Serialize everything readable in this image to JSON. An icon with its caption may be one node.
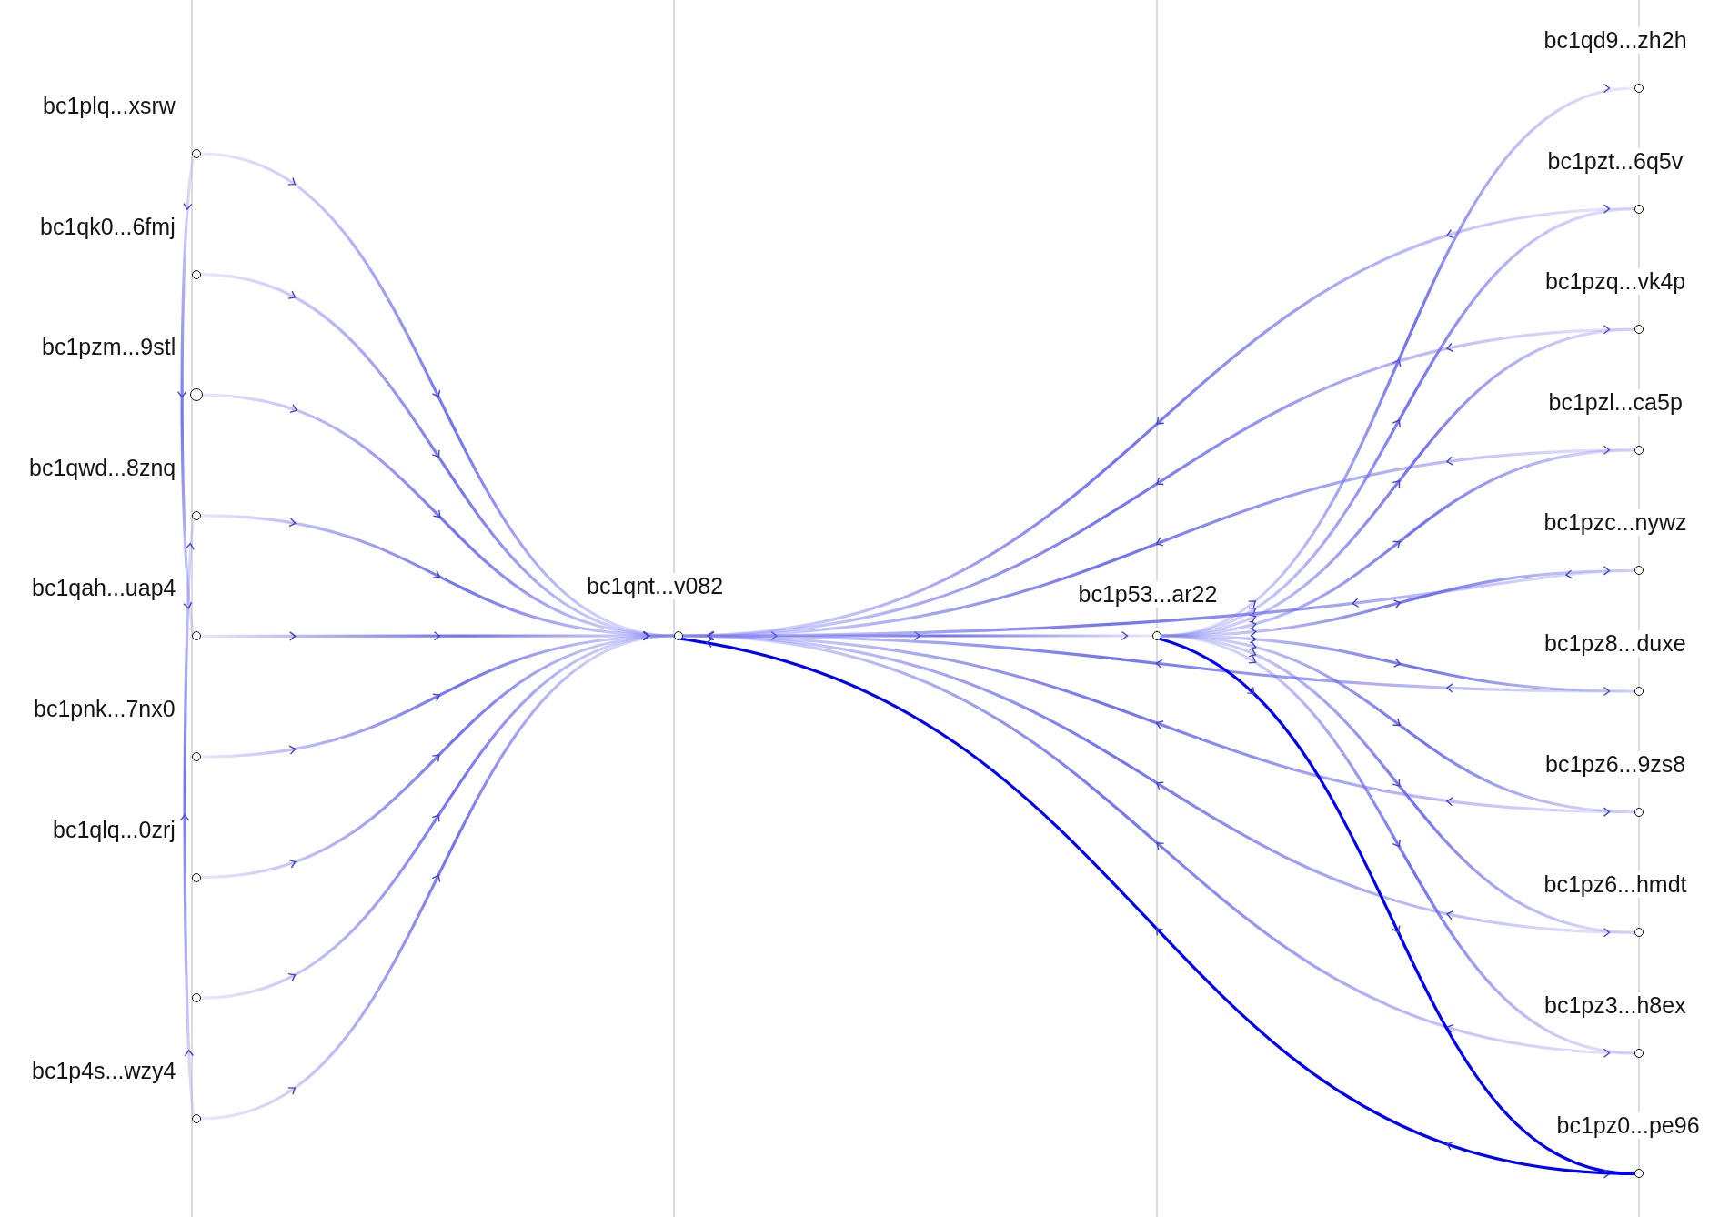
{
  "diagram": {
    "nodes": [
      {
        "text": [],
        "shape": "circle",
        "beside": [
          "bc1plq...xsrw"
        ]
      },
      {
        "text": [],
        "shape": "circle",
        "beside": [
          "bc1qk0...6fmj"
        ]
      },
      {
        "text": [],
        "shape": "circle",
        "beside": [
          "bc1pzm...9stl"
        ]
      },
      {
        "text": [],
        "shape": "circle",
        "beside": [
          "bc1qwd...8znq"
        ]
      },
      {
        "text": [],
        "shape": "circle",
        "beside": [
          "bc1qah...uap4"
        ]
      },
      {
        "text": [],
        "shape": "circle",
        "beside": [
          "bc1pnk...7nx0"
        ]
      },
      {
        "text": [],
        "shape": "circle",
        "beside": [
          "bc1qlq...0zrj"
        ]
      },
      {
        "text": [],
        "shape": "circle"
      },
      {
        "text": [],
        "shape": "circle",
        "beside": [
          "bc1p4s...wzy4"
        ]
      },
      {
        "text": [],
        "shape": "circle",
        "beside": [
          "bc1qnt...v082"
        ]
      },
      {
        "text": [],
        "shape": "circle",
        "beside": [
          "bc1p53...ar22"
        ]
      },
      {
        "text": [],
        "shape": "circle",
        "beside": [
          "bc1qd9...zh2h"
        ]
      },
      {
        "text": [],
        "shape": "circle",
        "beside": [
          "bc1pzt...6q5v"
        ]
      },
      {
        "text": [],
        "shape": "circle",
        "beside": [
          "bc1pzq...vk4p"
        ]
      },
      {
        "text": [],
        "shape": "circle",
        "beside": [
          "bc1pzl...ca5p"
        ]
      },
      {
        "text": [],
        "shape": "circle",
        "beside": [
          "bc1pzc...nywz"
        ]
      },
      {
        "text": [],
        "shape": "circle",
        "beside": [
          "bc1pz8...duxe"
        ]
      },
      {
        "text": [],
        "shape": "circle",
        "beside": [
          "bc1pz6...9zs8"
        ]
      },
      {
        "text": [],
        "shape": "circle",
        "beside": [
          "bc1pz6...hmdt"
        ]
      },
      {
        "text": [],
        "shape": "circle",
        "beside": [
          "bc1pz3...h8ex"
        ]
      },
      {
        "text": [],
        "shape": "circle",
        "beside": [
          "bc1pz0...pe96"
        ]
      }
    ],
    "edges": [
      {
        "from": 0,
        "to": 9,
        "arrow": "to"
      },
      {
        "from": 1,
        "to": 9,
        "arrow": "to"
      },
      {
        "from": 2,
        "to": 9,
        "arrow": "to"
      },
      {
        "from": 3,
        "to": 9,
        "arrow": "to"
      },
      {
        "from": 4,
        "to": 9,
        "arrow": "to"
      },
      {
        "from": 5,
        "to": 9,
        "arrow": "to"
      },
      {
        "from": 6,
        "to": 9,
        "arrow": "to"
      },
      {
        "from": 7,
        "to": 9,
        "arrow": "to"
      },
      {
        "from": 8,
        "to": 9,
        "arrow": "to"
      },
      {
        "from": 0,
        "to": 4,
        "arrow": "to"
      },
      {
        "from": 8,
        "to": 3,
        "arrow": "to"
      },
      {
        "from": 9,
        "to": 10,
        "arrow": "to"
      },
      {
        "from": 10,
        "to": 11,
        "arrow": "to"
      },
      {
        "from": 10,
        "to": 12,
        "arrow": "to"
      },
      {
        "from": 10,
        "to": 13,
        "arrow": "to"
      },
      {
        "from": 10,
        "to": 14,
        "arrow": "to"
      },
      {
        "from": 10,
        "to": 15,
        "arrow": "to"
      },
      {
        "from": 10,
        "to": 16,
        "arrow": "to"
      },
      {
        "from": 10,
        "to": 17,
        "arrow": "to"
      },
      {
        "from": 10,
        "to": 18,
        "arrow": "to"
      },
      {
        "from": 10,
        "to": 19,
        "arrow": "to"
      },
      {
        "from": 10,
        "to": 20,
        "arrow": "to",
        "color": "#0000ff"
      },
      {
        "from": 12,
        "to": 9,
        "arrow": "to"
      },
      {
        "from": 13,
        "to": 9,
        "arrow": "to"
      },
      {
        "from": 14,
        "to": 9,
        "arrow": "to"
      },
      {
        "from": 15,
        "to": 9,
        "arrow": "to"
      },
      {
        "from": 16,
        "to": 9,
        "arrow": "to"
      },
      {
        "from": 17,
        "to": 9,
        "arrow": "to"
      },
      {
        "from": 18,
        "to": 9,
        "arrow": "to"
      },
      {
        "from": 19,
        "to": 9,
        "arrow": "to"
      },
      {
        "from": 20,
        "to": 9,
        "arrow": "to",
        "color": "#0000ff"
      }
    ]
  }
}
